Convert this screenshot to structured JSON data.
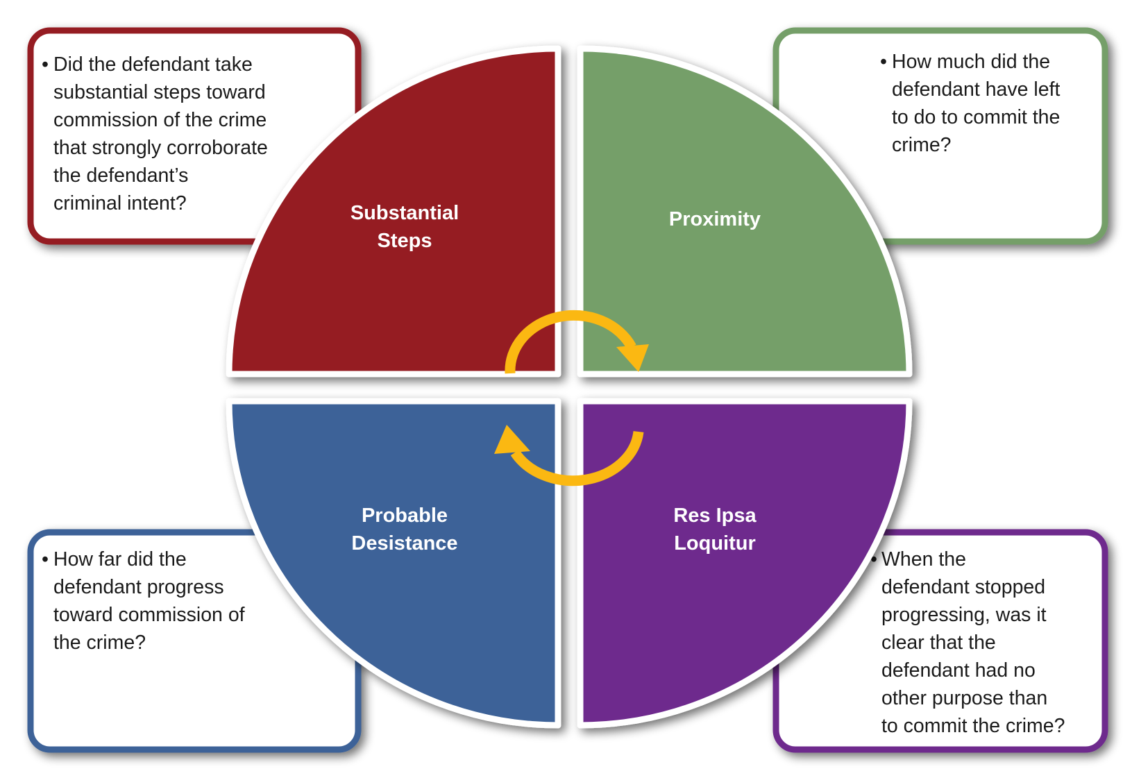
{
  "colors": {
    "substantial_steps": "#951b20",
    "proximity": "#749f69",
    "probable_desistance": "#3e6298",
    "res_ipsa_loquitur": "#6e2c8d",
    "arrows": "#fbb812"
  },
  "quadrants": {
    "substantial_steps": {
      "label_lines": [
        "Substantial",
        "Steps"
      ]
    },
    "proximity": {
      "label_lines": [
        "Proximity"
      ]
    },
    "probable_desistance": {
      "label_lines": [
        "Probable",
        "Desistance"
      ]
    },
    "res_ipsa_loquitur": {
      "label_lines": [
        "Res Ipsa",
        "Loquitur"
      ]
    }
  },
  "boxes": {
    "substantial_steps": {
      "bullet": "•",
      "lines": [
        "Did the defendant take",
        "substantial steps toward",
        "commission of the crime",
        "that strongly corroborate",
        "the defendant’s",
        "criminal intent?"
      ]
    },
    "proximity": {
      "bullet": "•",
      "lines": [
        "How much did the",
        "defendant have left",
        "to do to commit the",
        "crime?"
      ]
    },
    "probable_desistance": {
      "bullet": "•",
      "lines": [
        "How far did the",
        "defendant progress",
        "toward commission of",
        "the crime?"
      ]
    },
    "res_ipsa_loquitur": {
      "bullet": "•",
      "lines": [
        "When the",
        "defendant stopped",
        "progressing, was it",
        "clear that the",
        "defendant had no",
        "other purpose than",
        "to commit the crime?"
      ]
    }
  },
  "arrows": [
    "clockwise-arrow-top",
    "clockwise-arrow-bottom"
  ]
}
